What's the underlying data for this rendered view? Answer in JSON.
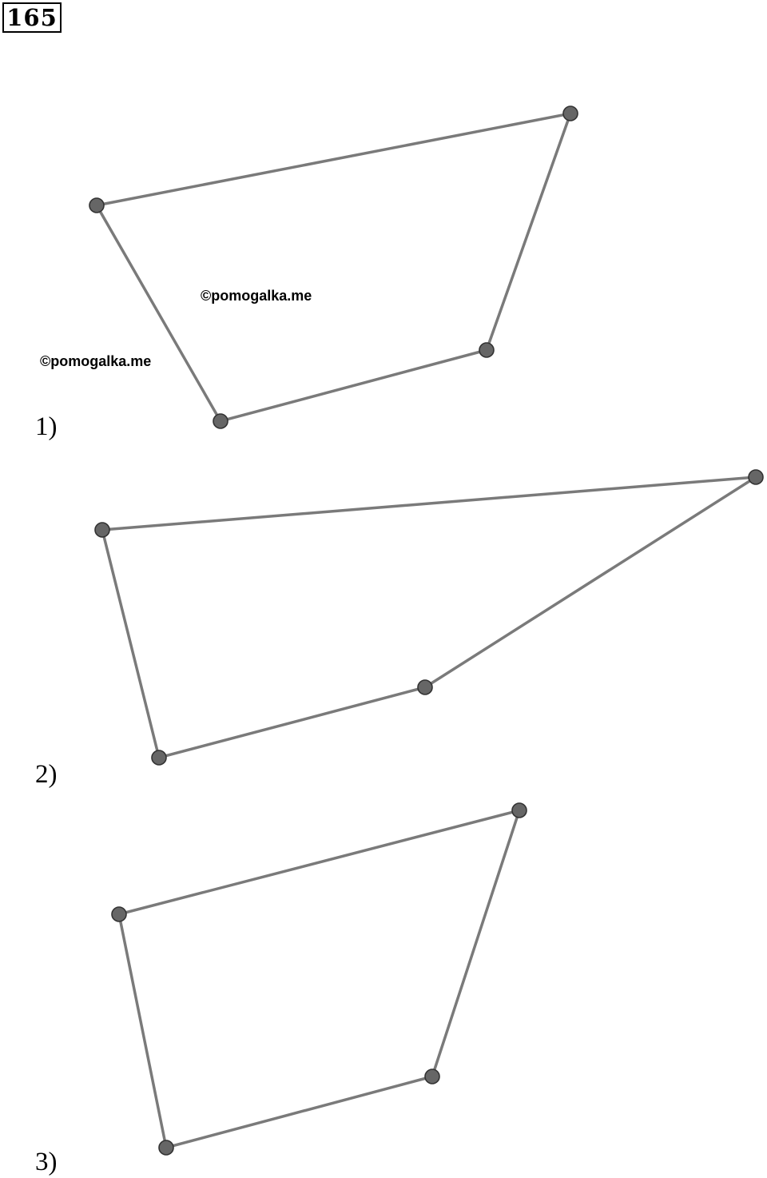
{
  "problem_number": "165",
  "watermarks": [
    "©pomogalka.me",
    "©pomogalka.me"
  ],
  "figures": [
    {
      "label": "1)",
      "vertex_count": 4
    },
    {
      "label": "2)",
      "vertex_count": 4
    },
    {
      "label": "3)",
      "vertex_count": 4
    }
  ],
  "colors": {
    "edge": "#7a7a7a",
    "vertex_fill": "#666666",
    "vertex_stroke": "#333333"
  }
}
